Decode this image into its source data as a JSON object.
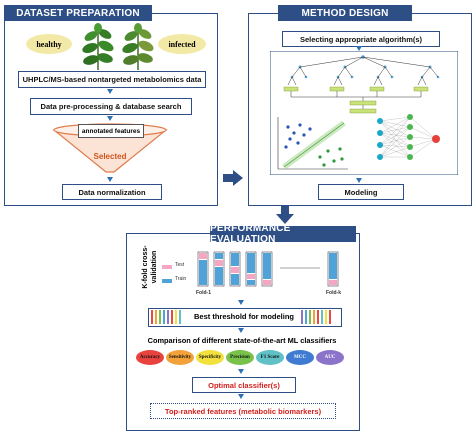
{
  "dataset": {
    "title": "DATASET PREPARATION",
    "healthy": "healthy",
    "infected": "infected",
    "uhplc": "UHPLC/MS-based nontargeted metabolomics data",
    "preprocess": "Data pre-processing & database search",
    "annotated": "annotated features",
    "selected": "Selected",
    "normalization": "Data normalization"
  },
  "method": {
    "title": "METHOD DESIGN",
    "selecting": "Selecting appropriate algorithm(s)",
    "modeling": "Modeling"
  },
  "perf": {
    "title": "PERFORMANCE EVALUATION",
    "kfold": "K-fold cross-validation",
    "test": "Test",
    "train": "Train",
    "fold1": "Fold-1",
    "foldk": "Fold-k",
    "threshold": "Best threshold for modeling",
    "comparison": "Comparison of different state-of-the-art ML classifiers",
    "metrics": [
      {
        "label": "Accuracy",
        "color": "#e8433f"
      },
      {
        "label": "Sensitivity",
        "color": "#f3a23a"
      },
      {
        "label": "Specificity",
        "color": "#f2e03c"
      },
      {
        "label": "Precision",
        "color": "#79c24a"
      },
      {
        "label": "F1 Score",
        "color": "#5fc0c6"
      },
      {
        "label": "MCC",
        "color": "#3f7bd0"
      },
      {
        "label": "AUC",
        "color": "#8a73c9"
      }
    ],
    "optimal": "Optimal classifier(s)",
    "topranked": "Top-ranked features (metabolic biomarkers)"
  }
}
